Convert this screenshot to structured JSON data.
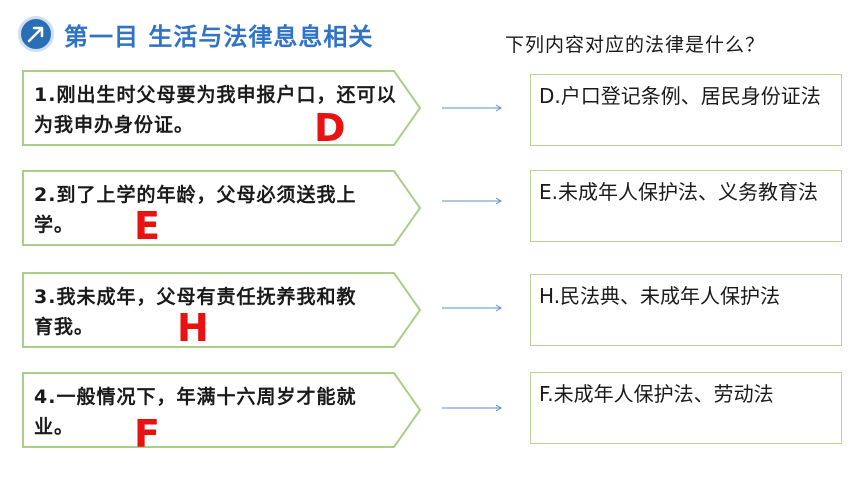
{
  "header": {
    "title": "第一目 生活与法律息息相关",
    "icon": "arrow-circle-icon"
  },
  "question": "下列内容对应的法律是什么？",
  "colors": {
    "title_blue": "#2f73c8",
    "answer_red": "#e81212",
    "box_green": "#b9d79a",
    "arrow_blue": "#5a8fd0"
  },
  "items": [
    {
      "text": "1.刚出生时父母要为我申报户口，还可以为我申办身份证。",
      "answer": "D"
    },
    {
      "text": "2.到了上学的年龄，父母必须送我上学。",
      "answer": "E"
    },
    {
      "text": "3.我未成年，父母有责任抚养我和教育我。",
      "answer": "H"
    },
    {
      "text": "4.一般情况下，年满十六周岁才能就业。",
      "answer": "F"
    }
  ],
  "laws": [
    {
      "text": "D.户口登记条例、居民身份证法"
    },
    {
      "text": "E.未成年人保护法、义务教育法"
    },
    {
      "text": "H.民法典、未成年人保护法"
    },
    {
      "text": "F.未成年人保护法、劳动法"
    }
  ]
}
